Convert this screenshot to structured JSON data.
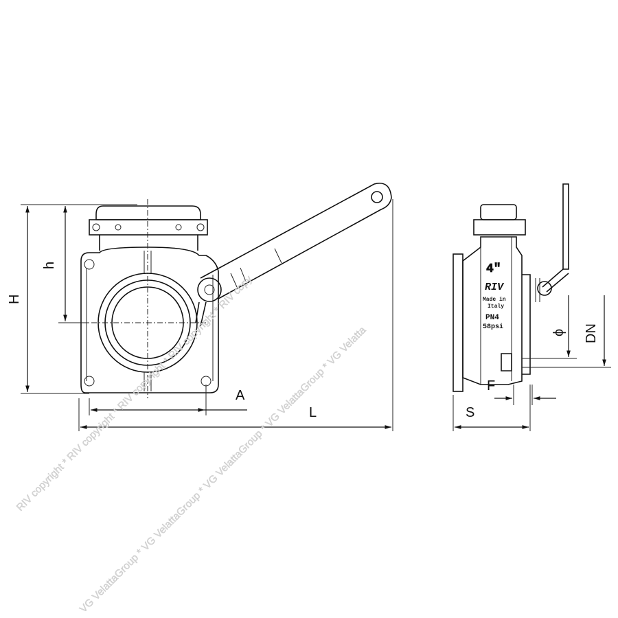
{
  "dimensions": {
    "H": "H",
    "h": "h",
    "A": "A",
    "L": "L",
    "S": "S",
    "F": "F",
    "phi": "ϕ",
    "DN": "DN"
  },
  "plate": {
    "size": "4\"",
    "brand": "RIV",
    "made_in": "Made in",
    "country": "Italy",
    "pressure": "PN4",
    "psi": "58psi"
  },
  "watermarks": {
    "line1": "RIV copyright * RIV copyright * RIV copyright * RIV copyright * RIV copy",
    "line2": "VG VelattaGroup * VG VelattaGroup * VG VelattaGroup * VG VelattaGroup * VG Velatta"
  }
}
